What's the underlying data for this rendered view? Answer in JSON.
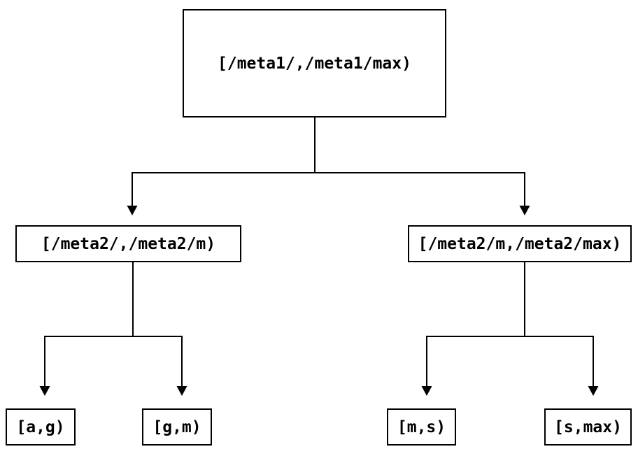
{
  "diagram": {
    "type": "tree",
    "background_color": "#ffffff",
    "line_color": "#000000",
    "box_border_color": "#000000",
    "text_color": "#000000",
    "nodes": {
      "root": {
        "label": "[/meta1/,/meta1/max)"
      },
      "left_child": {
        "label": "[/meta2/,/meta2/m)"
      },
      "right_child": {
        "label": "[/meta2/m,/meta2/max)"
      },
      "leaf_ag": {
        "label": "[a,g)"
      },
      "leaf_gm": {
        "label": "[g,m)"
      },
      "leaf_ms": {
        "label": "[m,s)"
      },
      "leaf_smax": {
        "label": "[s,max)"
      }
    },
    "edges": [
      {
        "from": "root",
        "to": "left_child"
      },
      {
        "from": "root",
        "to": "right_child"
      },
      {
        "from": "left_child",
        "to": "leaf_ag"
      },
      {
        "from": "left_child",
        "to": "leaf_gm"
      },
      {
        "from": "right_child",
        "to": "leaf_ms"
      },
      {
        "from": "right_child",
        "to": "leaf_smax"
      }
    ]
  }
}
